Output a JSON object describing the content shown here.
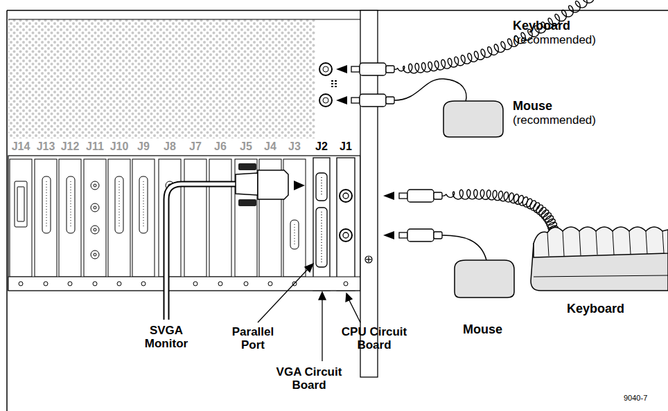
{
  "diagram": {
    "labels": [
      "Keyboard",
      "(recommended)",
      "Mouse",
      "(recommended)",
      "J14",
      "J13",
      "J12",
      "J11",
      "J10",
      "J9",
      "J8",
      "J7",
      "J6",
      "J5",
      "J4",
      "J3",
      "J2",
      "J1",
      "SVGA Monitor",
      "Parallel Port",
      "CPU Circuit Board",
      "Mouse",
      "Keyboard",
      "VGA Circuit Board",
      "9040-7"
    ]
  }
}
